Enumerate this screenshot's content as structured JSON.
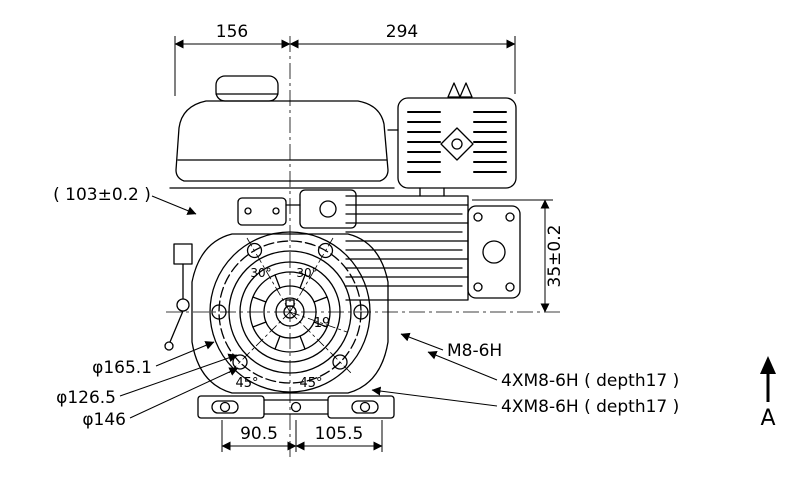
{
  "dimensions": {
    "top_width_left": "156",
    "top_width_right": "294",
    "side_left": "( 103±0.2 )",
    "side_right": "35±0.2",
    "bottom_left": "90.5",
    "bottom_right": "105.5",
    "inner_19": "19",
    "angle_30_left": "30°",
    "angle_30_right": "30°",
    "angle_45_left": "45°",
    "angle_45_right": "45°"
  },
  "labels": {
    "dia_165": "φ165.1",
    "dia_126": "φ126.5",
    "dia_146": "φ146",
    "thread_m8": "M8-6H",
    "thread_4x_1": "4XM8-6H ( depth17 )",
    "thread_4x_2": "4XM8-6H ( depth17 )",
    "view_a": "A"
  },
  "colors": {
    "line": "#000000",
    "background": "#ffffff"
  }
}
